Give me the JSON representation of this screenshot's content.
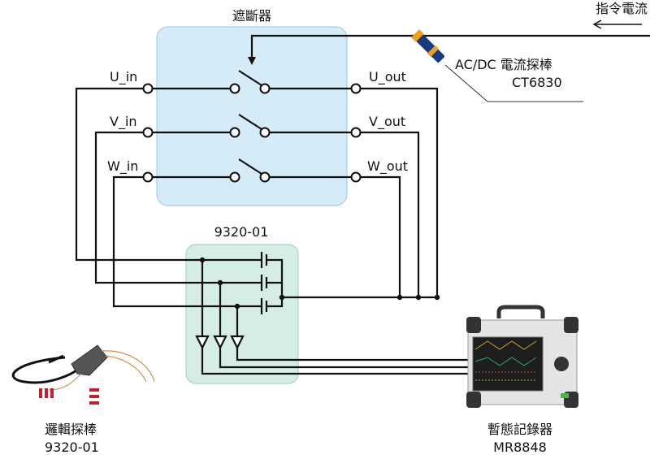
{
  "breaker": {
    "title": "遮斷器",
    "fill": "#d6ebf8",
    "border": "#a9cbe8"
  },
  "terminals": {
    "u_in": "U_in",
    "v_in": "V_in",
    "w_in": "W_in",
    "u_out": "U_out",
    "v_out": "V_out",
    "w_out": "W_out"
  },
  "current_label": "指令電流",
  "current_probe": {
    "line1": "AC/DC 電流探棒",
    "line2": "CT6830"
  },
  "logic_module": {
    "title": "9320-01",
    "fill": "#d5ede6",
    "border": "#a8d6c6"
  },
  "logic_probe": {
    "line1": "邏輯探棒",
    "line2": "9320-01"
  },
  "recorder": {
    "line1": "暫態記錄器",
    "line2": "MR8848"
  }
}
